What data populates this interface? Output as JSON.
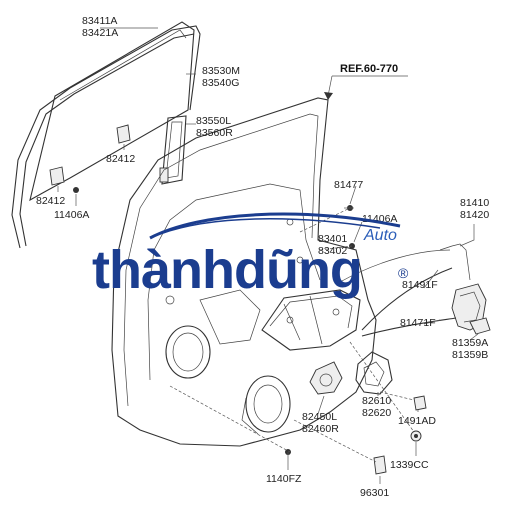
{
  "ref_label": "REF.60-770",
  "labels": {
    "glass": [
      "83411A",
      "83421A"
    ],
    "run_channel": [
      "83530M",
      "83540G"
    ],
    "rear_channel": [
      "83550L",
      "83560R"
    ],
    "clip_top": "82412",
    "clip_left": "82412",
    "bolt_left": "11406A",
    "bolt_center": "81477",
    "bolt_mid": "11406A",
    "regulator_partial_1": "83401",
    "regulator_partial_2": "83402",
    "latch": [
      "81410",
      "81420"
    ],
    "cable_upper": "81491F",
    "cable_lower": "81471F",
    "actuator": [
      "81359A",
      "81359B"
    ],
    "handle": [
      "82610",
      "82620"
    ],
    "motor": [
      "82450L",
      "82460R"
    ],
    "bolt_lower_right": "1491AD",
    "clip_bottom": "1339CC",
    "bolt_bottom": "1140FZ",
    "screw_bottom": "96301"
  },
  "watermark": {
    "brand": "thànhdũng",
    "sub": "Auto",
    "reg": "®"
  },
  "colors": {
    "watermark_blue": "#1b3d8f",
    "watermark_light": "#2a5db8",
    "line": "#333333"
  }
}
